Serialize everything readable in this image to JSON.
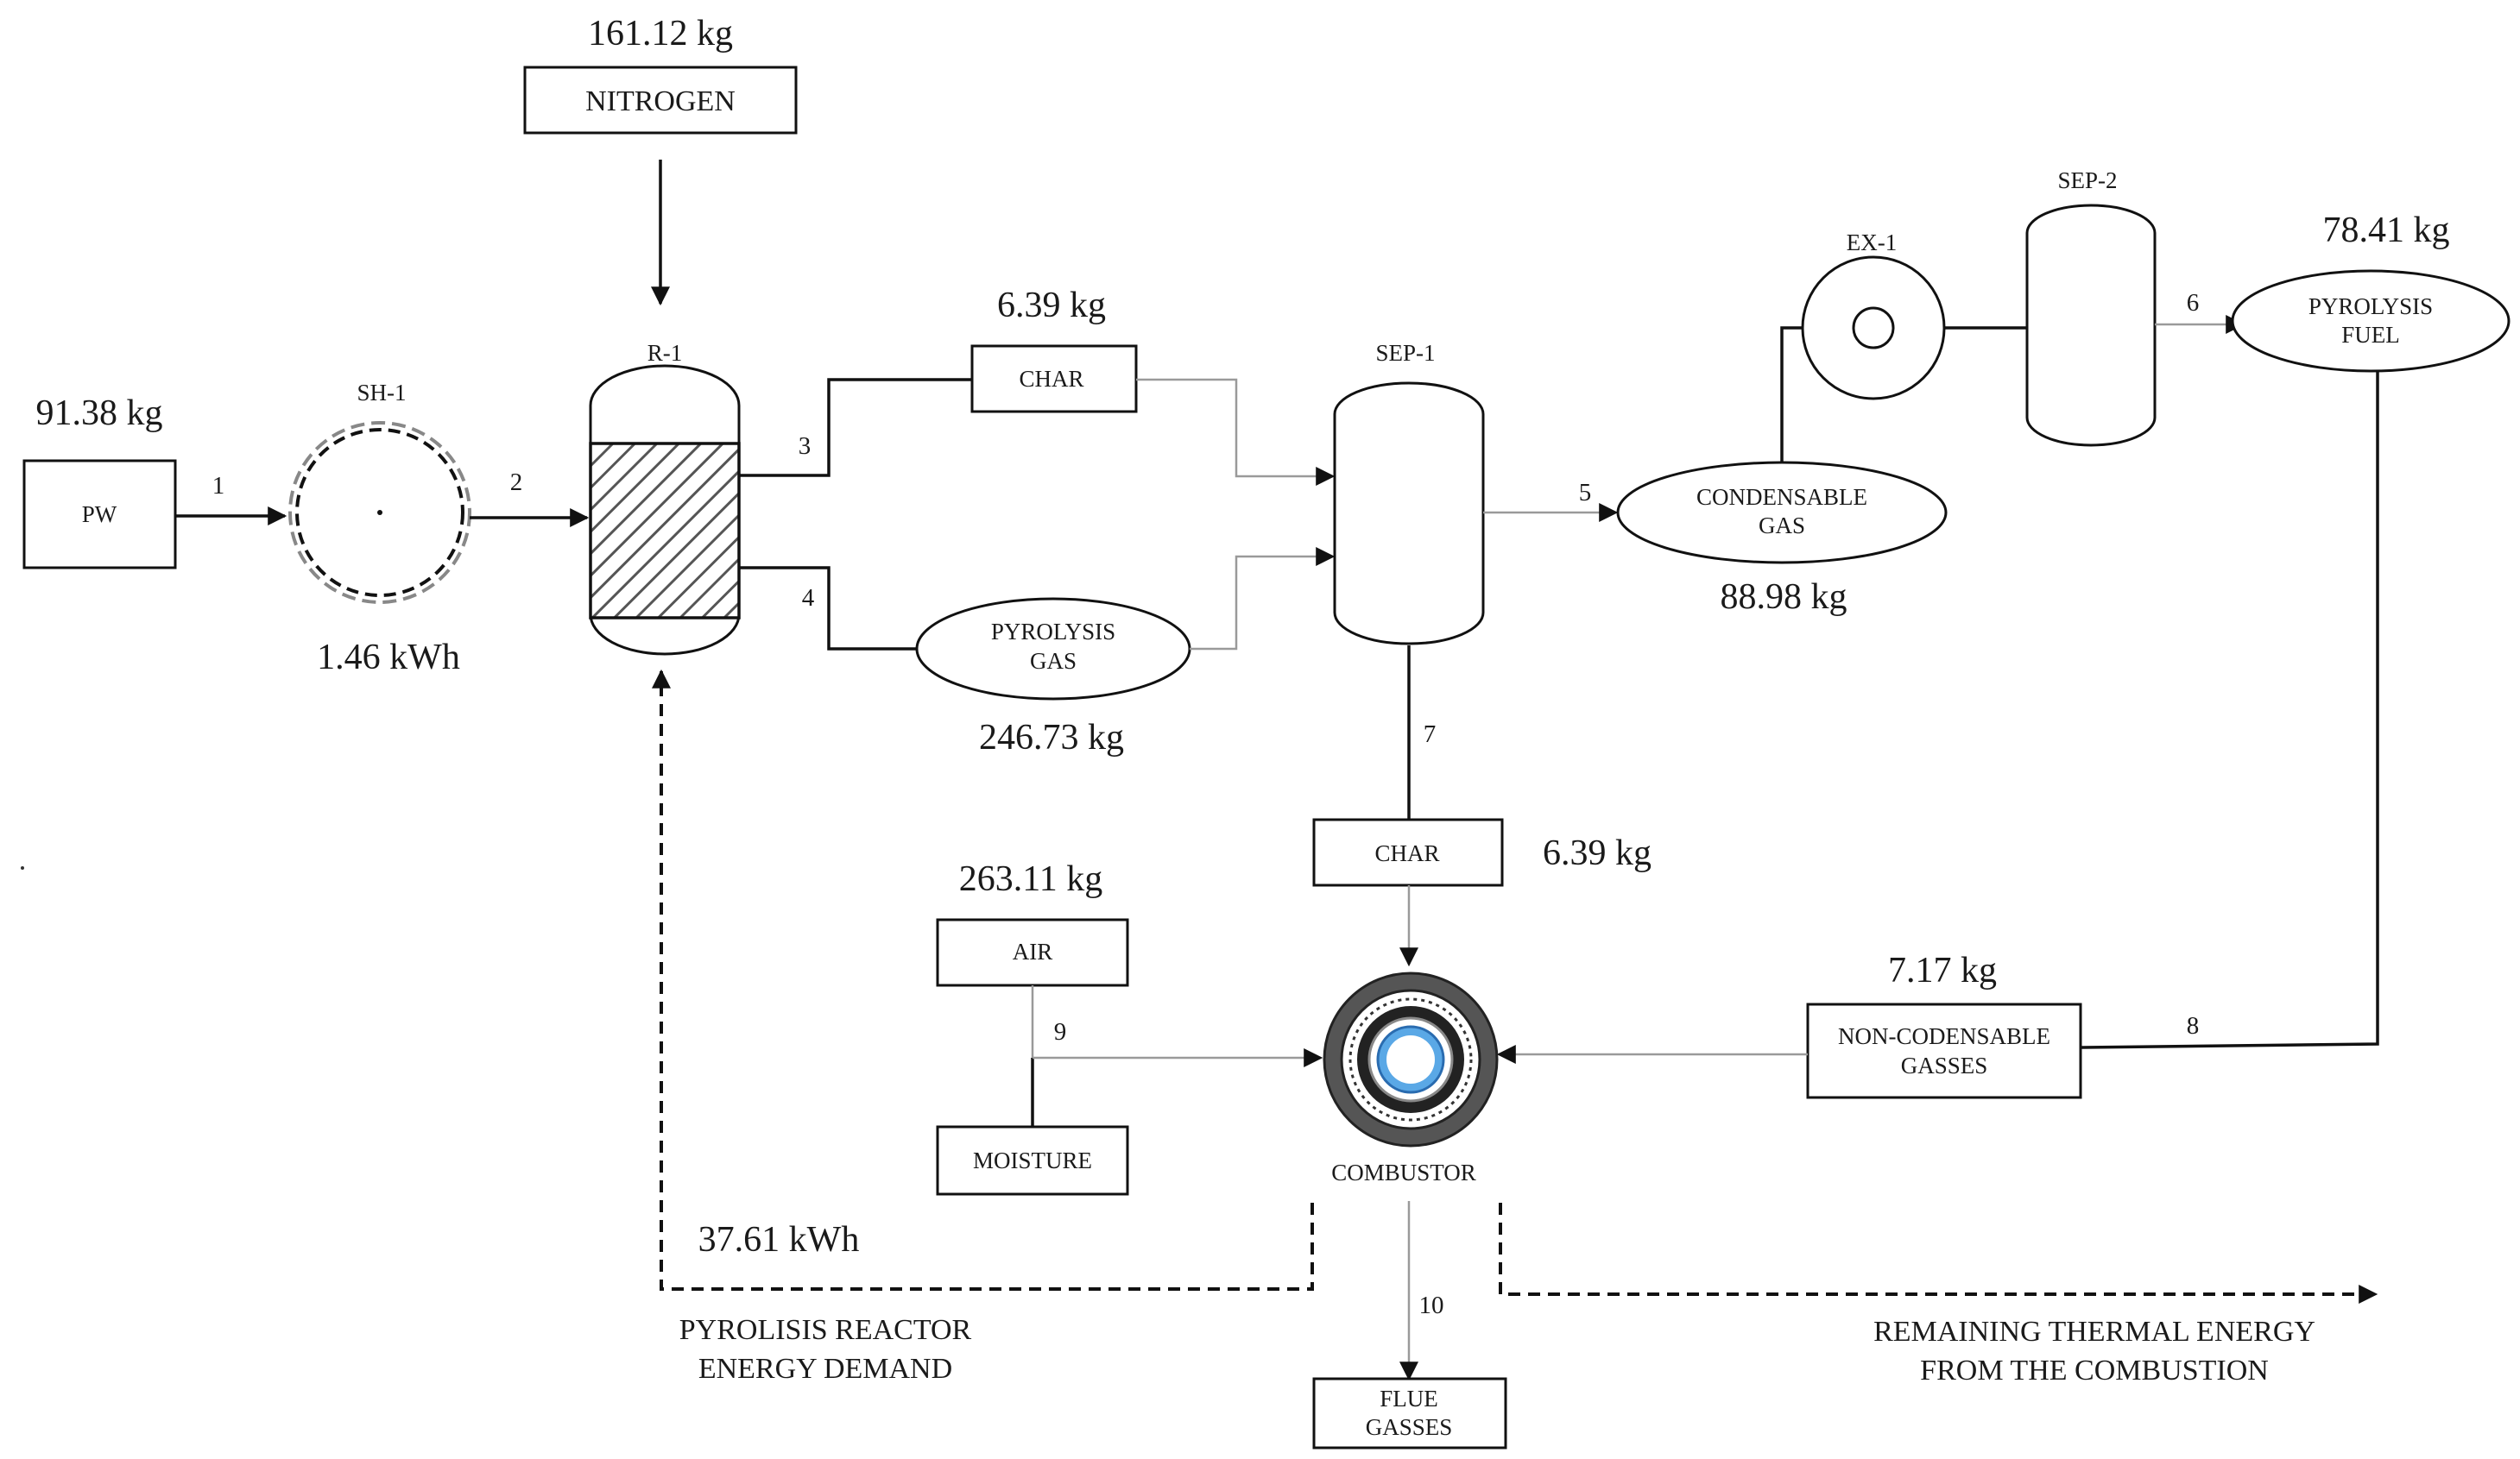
{
  "masses": {
    "nitrogen": "161.12 kg",
    "pw": "91.38 kg",
    "char_top": "6.39 kg",
    "pyrolysis_gas": "246.73 kg",
    "condensable_gas": "88.98 kg",
    "pyrolysis_fuel": "78.41 kg",
    "char_bottom": "6.39 kg",
    "air": "263.11 kg",
    "non_condensable": "7.17 kg"
  },
  "energy": {
    "sh1": "1.46 kWh",
    "reactor": "37.61 kWh"
  },
  "units": {
    "sh1": "SH-1",
    "r1": "R-1",
    "sep1": "SEP-1",
    "ex1": "EX-1",
    "sep2": "SEP-2",
    "combustor": "COMBUSTOR"
  },
  "blocks": {
    "nitrogen": "NITROGEN",
    "pw": "PW",
    "char_top": "CHAR",
    "pyrolysis_gas": [
      "PYROLYSIS",
      "GAS"
    ],
    "condensable_gas": [
      "CONDENSABLE",
      "GAS"
    ],
    "pyrolysis_fuel": [
      "PYROLYSIS",
      "FUEL"
    ],
    "char_bottom": "CHAR",
    "air": "AIR",
    "moisture": "MOISTURE",
    "non_condensable": [
      "NON-CODENSABLE",
      "GASSES"
    ],
    "flue_gasses": [
      "FLUE",
      "GASSES"
    ]
  },
  "streams": [
    "1",
    "2",
    "3",
    "4",
    "5",
    "6",
    "7",
    "8",
    "9",
    "10"
  ],
  "notes": {
    "reactor_demand": [
      "PYROLISIS REACTOR",
      "ENERGY DEMAND"
    ],
    "remaining": [
      "REMAINING THERMAL ENERGY",
      "FROM THE COMBUSTION"
    ]
  }
}
